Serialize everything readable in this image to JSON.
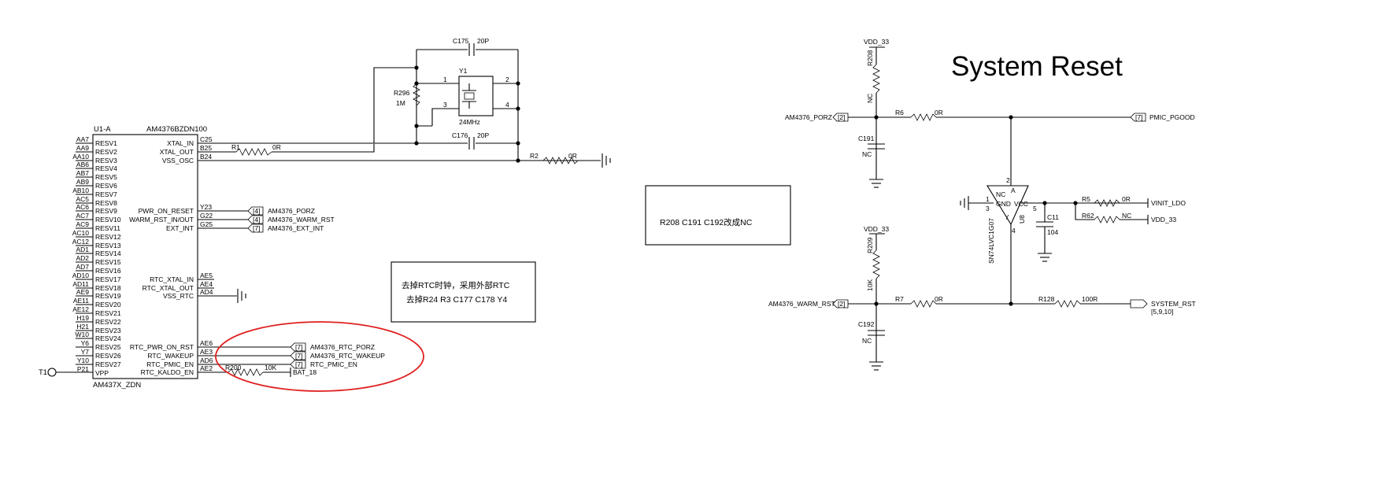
{
  "u1a": {
    "ref": "U1-A",
    "part": "AM4376BZDN100",
    "footprint": "AM437X_ZDN",
    "left_pins": [
      {
        "ball": "AA7",
        "name": "RESV1"
      },
      {
        "ball": "AA9",
        "name": "RESV2"
      },
      {
        "ball": "AA10",
        "name": "RESV3"
      },
      {
        "ball": "AB6",
        "name": "RESV4"
      },
      {
        "ball": "AB7",
        "name": "RESV5"
      },
      {
        "ball": "AB9",
        "name": "RESV6"
      },
      {
        "ball": "AB10",
        "name": "RESV7"
      },
      {
        "ball": "AC5",
        "name": "RESV8"
      },
      {
        "ball": "AC6",
        "name": "RESV9"
      },
      {
        "ball": "AC7",
        "name": "RESV10"
      },
      {
        "ball": "AC9",
        "name": "RESV11"
      },
      {
        "ball": "AC10",
        "name": "RESV12"
      },
      {
        "ball": "AC12",
        "name": "RESV13"
      },
      {
        "ball": "AD1",
        "name": "RESV14"
      },
      {
        "ball": "AD2",
        "name": "RESV15"
      },
      {
        "ball": "AD7",
        "name": "RESV16"
      },
      {
        "ball": "AD10",
        "name": "RESV17"
      },
      {
        "ball": "AD11",
        "name": "RESV18"
      },
      {
        "ball": "AE9",
        "name": "RESV19"
      },
      {
        "ball": "AE11",
        "name": "RESV20"
      },
      {
        "ball": "AE12",
        "name": "RESV21"
      },
      {
        "ball": "H19",
        "name": "RESV22"
      },
      {
        "ball": "H21",
        "name": "RESV23"
      },
      {
        "ball": "W10",
        "name": "RESV24"
      },
      {
        "ball": "Y6",
        "name": "RESV25"
      },
      {
        "ball": "Y7",
        "name": "RESV26"
      },
      {
        "ball": "Y10",
        "name": "RESV27"
      },
      {
        "ball": "P21",
        "name": "VPP"
      }
    ],
    "right_pins": [
      {
        "name": "XTAL_IN",
        "ball": "C25"
      },
      {
        "name": "XTAL_OUT",
        "ball": "B25"
      },
      {
        "name": "VSS_OSC",
        "ball": "B24"
      },
      {
        "name": "PWR_ON_RESET",
        "ball": "Y23"
      },
      {
        "name": "WARM_RST_IN/OUT",
        "ball": "G22"
      },
      {
        "name": "EXT_INT",
        "ball": "G25"
      },
      {
        "name": "RTC_XTAL_IN",
        "ball": "AE5"
      },
      {
        "name": "RTC_XTAL_OUT",
        "ball": "AE4"
      },
      {
        "name": "VSS_RTC",
        "ball": "AD4"
      },
      {
        "name": "RTC_PWR_ON_RST",
        "ball": "AE6"
      },
      {
        "name": "RTC_WAKEUP",
        "ball": "AE3"
      },
      {
        "name": "RTC_PMIC_EN",
        "ball": "AD6"
      },
      {
        "name": "RTC_KALDO_EN",
        "ball": "AE2"
      }
    ]
  },
  "testpoint": "T1",
  "oscillator": {
    "c175": {
      "ref": "C175",
      "value": "20P"
    },
    "c176": {
      "ref": "C176",
      "value": "20P"
    },
    "y1": {
      "ref": "Y1",
      "value": "24MHz",
      "pins": [
        "1",
        "2",
        "3",
        "4"
      ]
    },
    "r296": {
      "ref": "R296",
      "value": "1M"
    },
    "r1": {
      "ref": "R1",
      "value": "0R"
    },
    "r2": {
      "ref": "R2",
      "value": "0R"
    }
  },
  "reset_nets": [
    {
      "ref": "[4]",
      "net": "AM4376_PORZ"
    },
    {
      "ref": "[4]",
      "net": "AM4376_WARM_RST"
    },
    {
      "ref": "[7]",
      "net": "AM4376_EXT_INT"
    }
  ],
  "rtc_nets": [
    {
      "ref": "[7]",
      "net": "AM4376_RTC_PORZ"
    },
    {
      "ref": "[7]",
      "net": "AM4376_RTC_WAKEUP"
    },
    {
      "ref": "[7]",
      "net": "RTC_PMIC_EN"
    }
  ],
  "r200": {
    "ref": "R200",
    "value": "10K"
  },
  "bat": "BAT_18",
  "note_rtc": [
    "去掉RTC时钟，采用外部RTC",
    "去掉R24 R3 C177 C178 Y4"
  ],
  "note_nc": "R208 C191 C192改成NC",
  "system_reset": {
    "title": "System Reset",
    "vdd33_a": "VDD_33",
    "vdd33_b": "VDD_33",
    "r208": {
      "ref": "R208",
      "value": "NC"
    },
    "r209": {
      "ref": "R209",
      "value": "10K"
    },
    "porz_in": {
      "net": "AM4376_PORZ",
      "ref": "[2]"
    },
    "warm_in": {
      "net": "AM4376_WARM_RST",
      "ref": "[2]"
    },
    "r6": {
      "ref": "R6",
      "value": "0R"
    },
    "r7": {
      "ref": "R7",
      "value": "0R"
    },
    "c191": {
      "ref": "C191",
      "value": "NC"
    },
    "c192": {
      "ref": "C192",
      "value": "NC"
    },
    "pmic_pgood": {
      "ref": "[7]",
      "net": "PMIC_PGOOD"
    },
    "u8": {
      "ref": "U8",
      "part": "SN74LVC1G07",
      "pin_labels": [
        "NC",
        "GND",
        "VCC",
        "A",
        "Y"
      ],
      "pins": [
        "1",
        "2",
        "3",
        "4",
        "5"
      ]
    },
    "c11": {
      "ref": "C11",
      "value": "104"
    },
    "r5": {
      "ref": "R5",
      "value": "0R",
      "net": "VINIT_LDO"
    },
    "r62": {
      "ref": "R62",
      "value": "NC",
      "net": "VDD_33"
    },
    "r128": {
      "ref": "R128",
      "value": "100R"
    },
    "system_rst": {
      "net": "SYSTEM_RST",
      "ref": "[5,9,10]"
    }
  }
}
